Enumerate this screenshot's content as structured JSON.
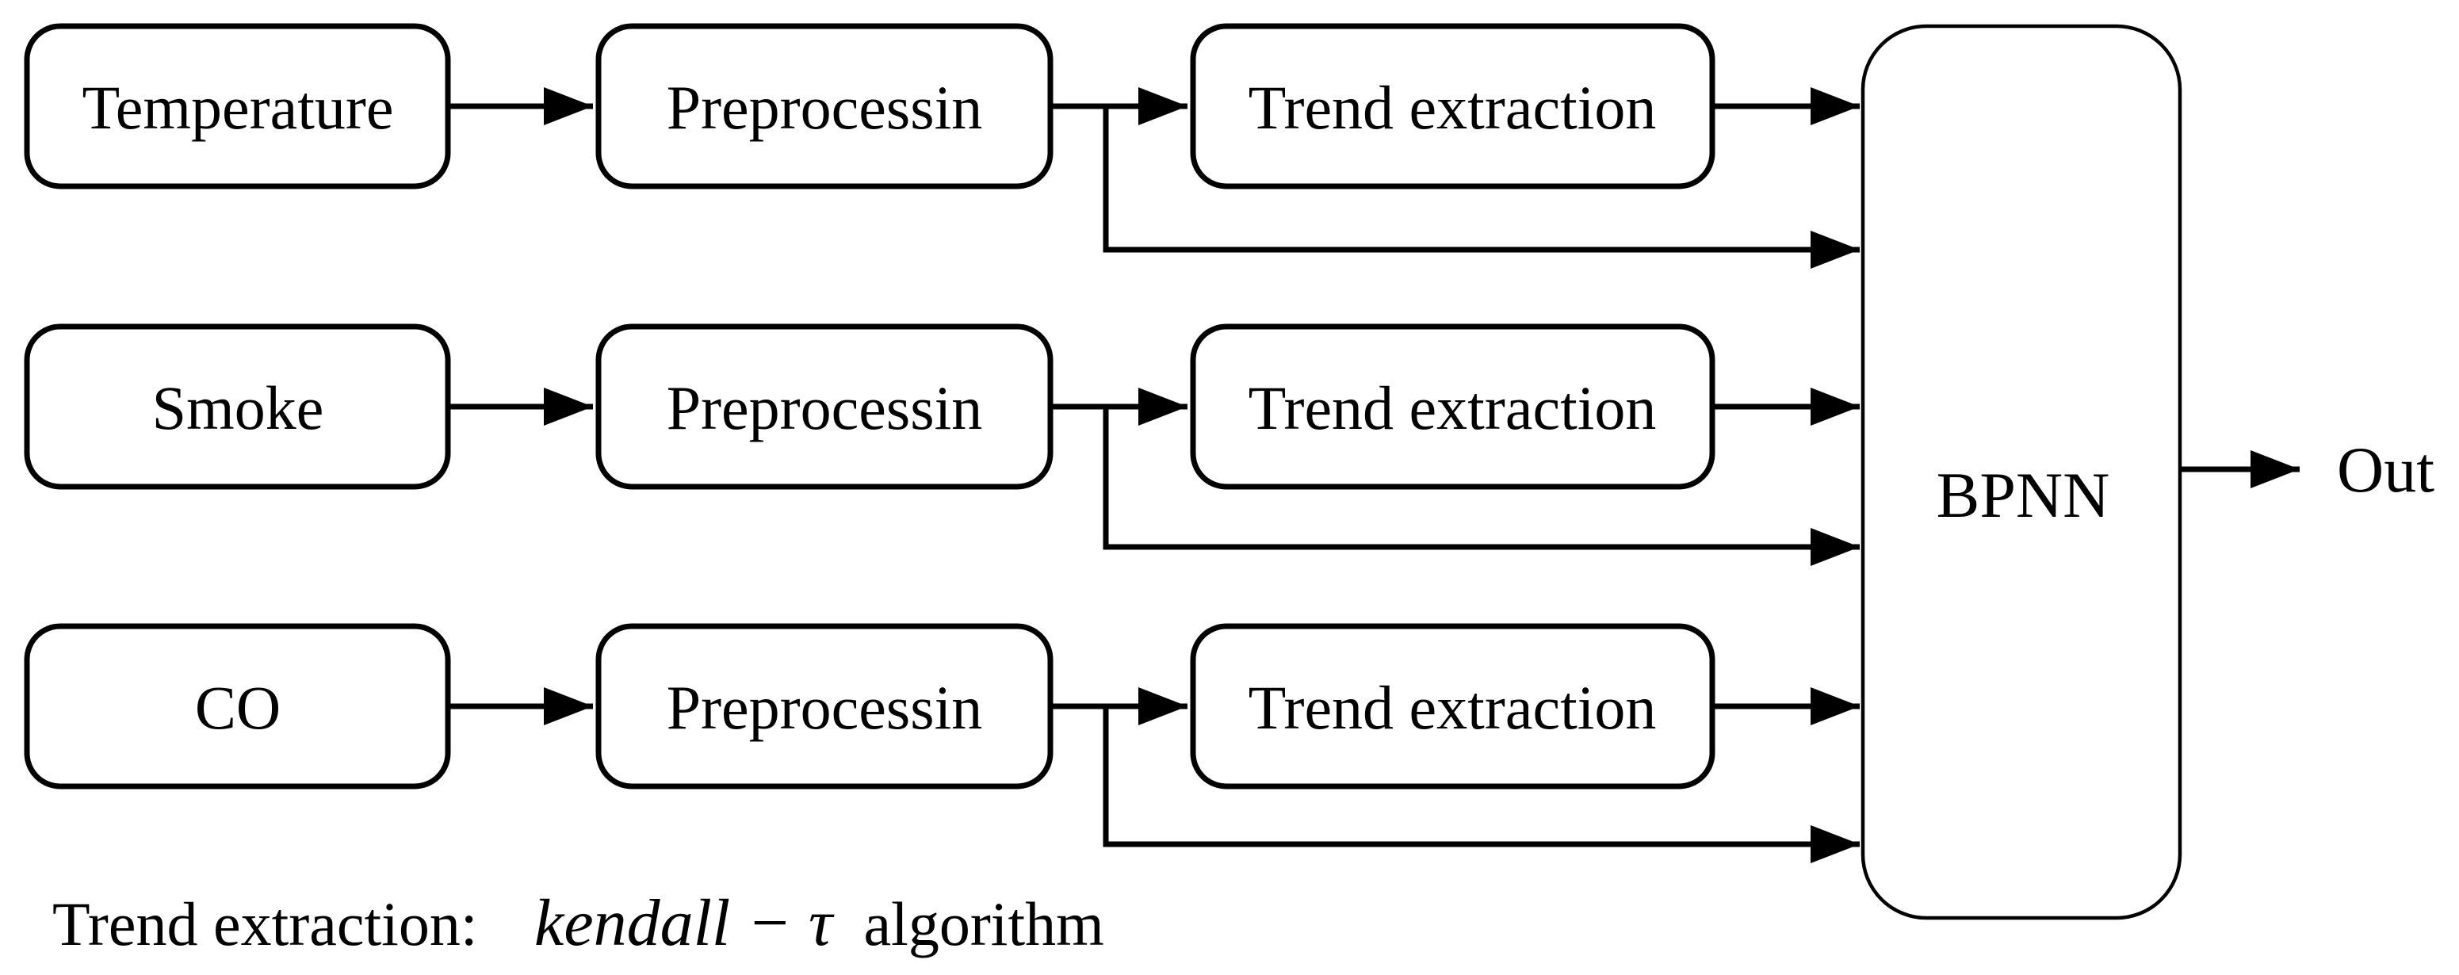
{
  "diagram": {
    "colors": {
      "background": "#ffffff",
      "stroke": "#000000",
      "text": "#000000"
    },
    "rows": [
      {
        "input": "Temperature",
        "preprocess": "Preprocessin",
        "trend": "Trend extraction"
      },
      {
        "input": "Smoke",
        "preprocess": "Preprocessin",
        "trend": "Trend extraction"
      },
      {
        "input": "CO",
        "preprocess": "Preprocessin",
        "trend": "Trend extraction"
      }
    ],
    "bpnn_label": "BPNN",
    "output_label": "Out",
    "caption": {
      "prefix": "Trend extraction:",
      "formula": "kendall − τ",
      "suffix": "algorithm"
    }
  }
}
